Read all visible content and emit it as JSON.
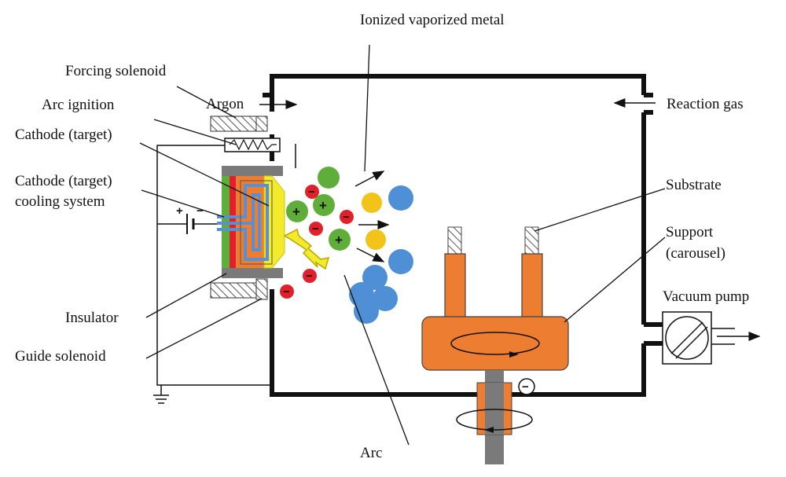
{
  "labels": {
    "ionized_metal": "Ionized vaporized metal",
    "forcing_solenoid": "Forcing solenoid",
    "arc_ignition": "Arc ignition",
    "cathode_target": "Cathode (target)",
    "cooling_line1": "Cathode (target)",
    "cooling_line2": "cooling system",
    "argon": "Argon",
    "reaction_gas": "Reaction gas",
    "substrate": "Substrate",
    "support_line1": "Support",
    "support_line2": "(carousel)",
    "vacuum_pump": "Vacuum pump",
    "insulator": "Insulator",
    "guide_solenoid": "Guide solenoid",
    "arc": "Arc"
  },
  "symbols": {
    "plus": "+",
    "minus": "−",
    "battery_plus": "+",
    "battery_minus": "−",
    "substrate_bias": "−"
  },
  "colors": {
    "chamber": "#111111",
    "target_yellow": "#f2ea2a",
    "cooling_blue": "#5b8fd0",
    "cathode_orange": "#ed7d31",
    "ion_red": "#e0202a",
    "ion_green": "#5fae3a",
    "metal_yellow": "#f2c318",
    "metal_blue": "#4f8fd6",
    "carousel_orange": "#ed7d31"
  }
}
